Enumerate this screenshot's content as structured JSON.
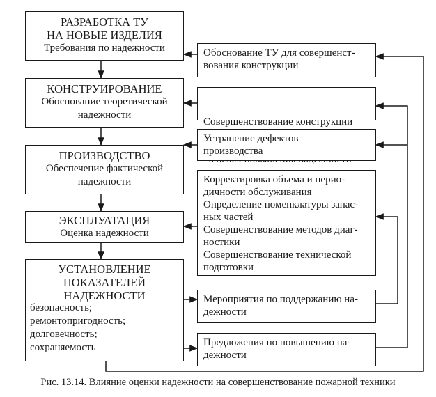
{
  "left_boxes": [
    {
      "title_lines": [
        "РАЗРАБОТКА ТУ",
        "НА НОВЫЕ ИЗДЕЛИЯ"
      ],
      "subtitle_lines": [
        "Требования по надежности"
      ]
    },
    {
      "title_lines": [
        "КОНСТРУИРОВАНИЕ"
      ],
      "subtitle_lines": [
        "Обоснование теоретической",
        "надежности"
      ]
    },
    {
      "title_lines": [
        "ПРОИЗВОДСТВО"
      ],
      "subtitle_lines": [
        "Обеспечение фактической",
        "надежности"
      ]
    },
    {
      "title_lines": [
        "ЭКСПЛУАТАЦИЯ"
      ],
      "subtitle_lines": [
        "Оценка надежности"
      ]
    },
    {
      "title_lines": [
        "УСТАНОВЛЕНИЕ",
        "ПОКАЗАТЕЛЕЙ",
        "НАДЕЖНОСТИ"
      ],
      "items": [
        "безопасность;",
        "ремонтопригодность;",
        "долговечность;",
        "сохраняемость"
      ]
    }
  ],
  "right_boxes": [
    {
      "lines": [
        "Обоснование ТУ для совершенст-",
        "вования конструкции"
      ]
    },
    {
      "lines": [
        "Совершенствование конструкции",
        "  в целях повышения надежности"
      ]
    },
    {
      "lines": [
        "Устранение дефектов",
        "производства"
      ]
    },
    {
      "lines": [
        "Корректировка объема и перио-",
        "дичности обслуживания",
        "Определение номенклатуры запас-",
        "ных частей",
        "Совершенствование методов диаг-",
        "ностики",
        "Совершенствование технической",
        "подготовки"
      ]
    },
    {
      "lines": [
        "Мероприятия по поддержанию на-",
        "дежности"
      ]
    },
    {
      "lines": [
        "Предложения по повышению на-",
        "дежности"
      ]
    }
  ],
  "caption": "Рис. 13.14. Влияние оценки надежности на совершенствование пожарной техники"
}
